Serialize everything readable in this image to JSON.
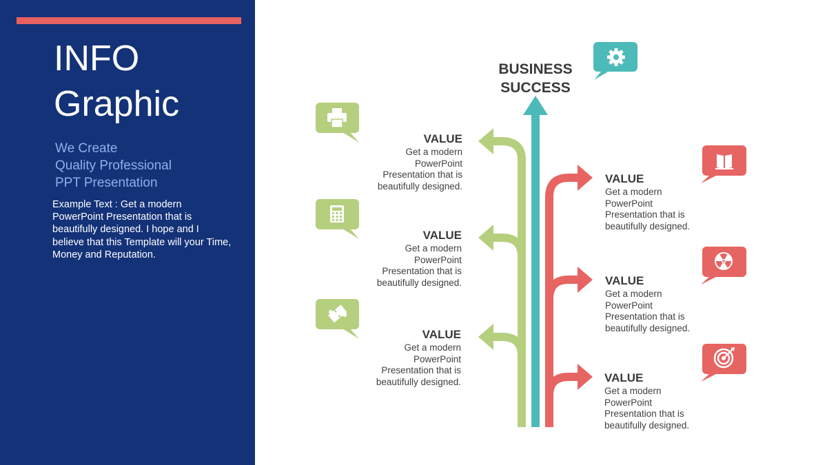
{
  "panel": {
    "title_line1": "INFO",
    "title_line2": "Graphic",
    "subtitle_line1": "We Create",
    "subtitle_line2": "Quality Professional",
    "subtitle_line3": "PPT Presentation",
    "body": "Example Text : Get a modern PowerPoint  Presentation that is beautifully designed. I hope and I believe that this Template will your Time, Money and Reputation."
  },
  "diagram": {
    "heading_line1": "BUSINESS",
    "heading_line2": "SUCCESS",
    "left_items": [
      {
        "title": "VALUE",
        "l1": "Get a modern",
        "l2": "PowerPoint",
        "l3": "Presentation that is",
        "l4": "beautifully designed.",
        "icon": "printer-icon"
      },
      {
        "title": "VALUE",
        "l1": "Get a modern",
        "l2": "PowerPoint",
        "l3": "Presentation that is",
        "l4": "beautifully designed.",
        "icon": "calculator-icon"
      },
      {
        "title": "VALUE",
        "l1": "Get a modern",
        "l2": "PowerPoint",
        "l3": "Presentation that is",
        "l4": "beautifully designed.",
        "icon": "puzzle-icon"
      }
    ],
    "right_items": [
      {
        "title": "VALUE",
        "l1": "Get a modern",
        "l2": "PowerPoint",
        "l3": "Presentation that is",
        "l4": "beautifully designed.",
        "icon": "book-icon"
      },
      {
        "title": "VALUE",
        "l1": "Get a modern",
        "l2": "PowerPoint",
        "l3": "Presentation that is",
        "l4": "beautifully designed.",
        "icon": "radiation-icon"
      },
      {
        "title": "VALUE",
        "l1": "Get a modern",
        "l2": "PowerPoint",
        "l3": "Presentation that is",
        "l4": "beautifully designed.",
        "icon": "target-icon"
      }
    ],
    "top_icon": "gear-icon"
  },
  "colors": {
    "navy": "#143278",
    "accent_red": "#E8605F",
    "green": "#B5CF7E",
    "teal": "#4DBABA",
    "coral": "#E66462"
  }
}
